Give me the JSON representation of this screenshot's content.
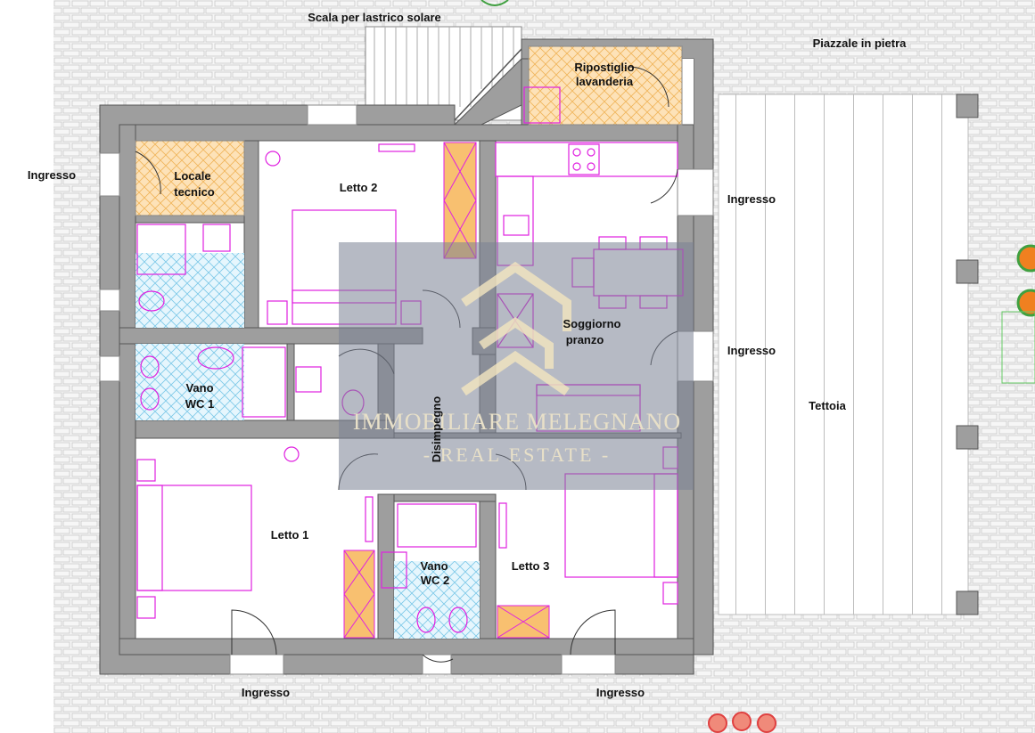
{
  "labels": {
    "scala": "Scala per lastrico solare",
    "piazzale": "Piazzale in pietra",
    "ripostiglio_1": "Ripostiglio",
    "ripostiglio_2": "lavanderia",
    "ingresso_left": "Ingresso",
    "locale_1": "Locale",
    "locale_2": "tecnico",
    "letto2": "Letto 2",
    "ingresso_right1": "Ingresso",
    "ingresso_right2": "Ingresso",
    "soggiorno_1": "Soggiorno",
    "soggiorno_2": "pranzo",
    "vano1_1": "Vano",
    "vano1_2": "WC 1",
    "disimpegno": "Disimpegno",
    "tettoia": "Tettoia",
    "letto1": "Letto 1",
    "vano2_1": "Vano",
    "vano2_2": "WC 2",
    "letto3": "Letto 3",
    "ingresso_bottom1": "Ingresso",
    "ingresso_bottom2": "Ingresso"
  },
  "watermark": {
    "line1": "IMMOBILIARE MELEGNANO",
    "line2": "- REAL ESTATE -"
  },
  "colors": {
    "wall": "#9e9e9e",
    "furniture": "#e020e0",
    "orange_hatch": "#f8c070",
    "blue_hatch": "#9ad6ee",
    "stone": "#f4f4f4",
    "watermark_box": "#7a8294"
  }
}
